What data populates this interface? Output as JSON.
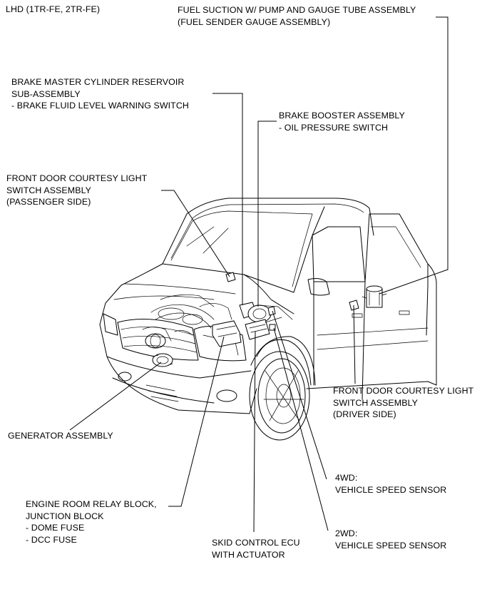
{
  "diagram": {
    "header": "LHD (1TR-FE, 2TR-FE)",
    "callouts": [
      {
        "id": "fuel-sender",
        "lines": [
          "FUEL SUCTION W/ PUMP AND GAUGE TUBE ASSEMBLY",
          "(FUEL SENDER GAUGE ASSEMBLY)"
        ]
      },
      {
        "id": "brake-master",
        "lines": [
          "BRAKE MASTER CYLINDER RESERVOIR",
          "SUB-ASSEMBLY",
          "- BRAKE FLUID LEVEL WARNING SWITCH"
        ]
      },
      {
        "id": "brake-booster",
        "lines": [
          "BRAKE BOOSTER ASSEMBLY",
          "- OIL PRESSURE SWITCH"
        ]
      },
      {
        "id": "door-switch-passenger",
        "lines": [
          "FRONT DOOR COURTESY LIGHT",
          "SWITCH ASSEMBLY",
          "(PASSENGER SIDE)"
        ]
      },
      {
        "id": "door-switch-driver",
        "lines": [
          "FRONT DOOR COURTESY LIGHT",
          "SWITCH ASSEMBLY",
          "(DRIVER SIDE)"
        ]
      },
      {
        "id": "generator",
        "lines": [
          "GENERATOR ASSEMBLY"
        ]
      },
      {
        "id": "speed-sensor-4wd",
        "lines": [
          "4WD:",
          "VEHICLE SPEED SENSOR"
        ]
      },
      {
        "id": "relay-block",
        "lines": [
          "ENGINE ROOM RELAY BLOCK,",
          "JUNCTION BLOCK",
          "- DOME FUSE",
          "- DCC FUSE"
        ]
      },
      {
        "id": "speed-sensor-2wd",
        "lines": [
          "2WD:",
          "VEHICLE SPEED SENSOR"
        ]
      },
      {
        "id": "skid-control-ecu",
        "lines": [
          "SKID CONTROL ECU",
          "WITH ACTUATOR"
        ]
      }
    ]
  }
}
